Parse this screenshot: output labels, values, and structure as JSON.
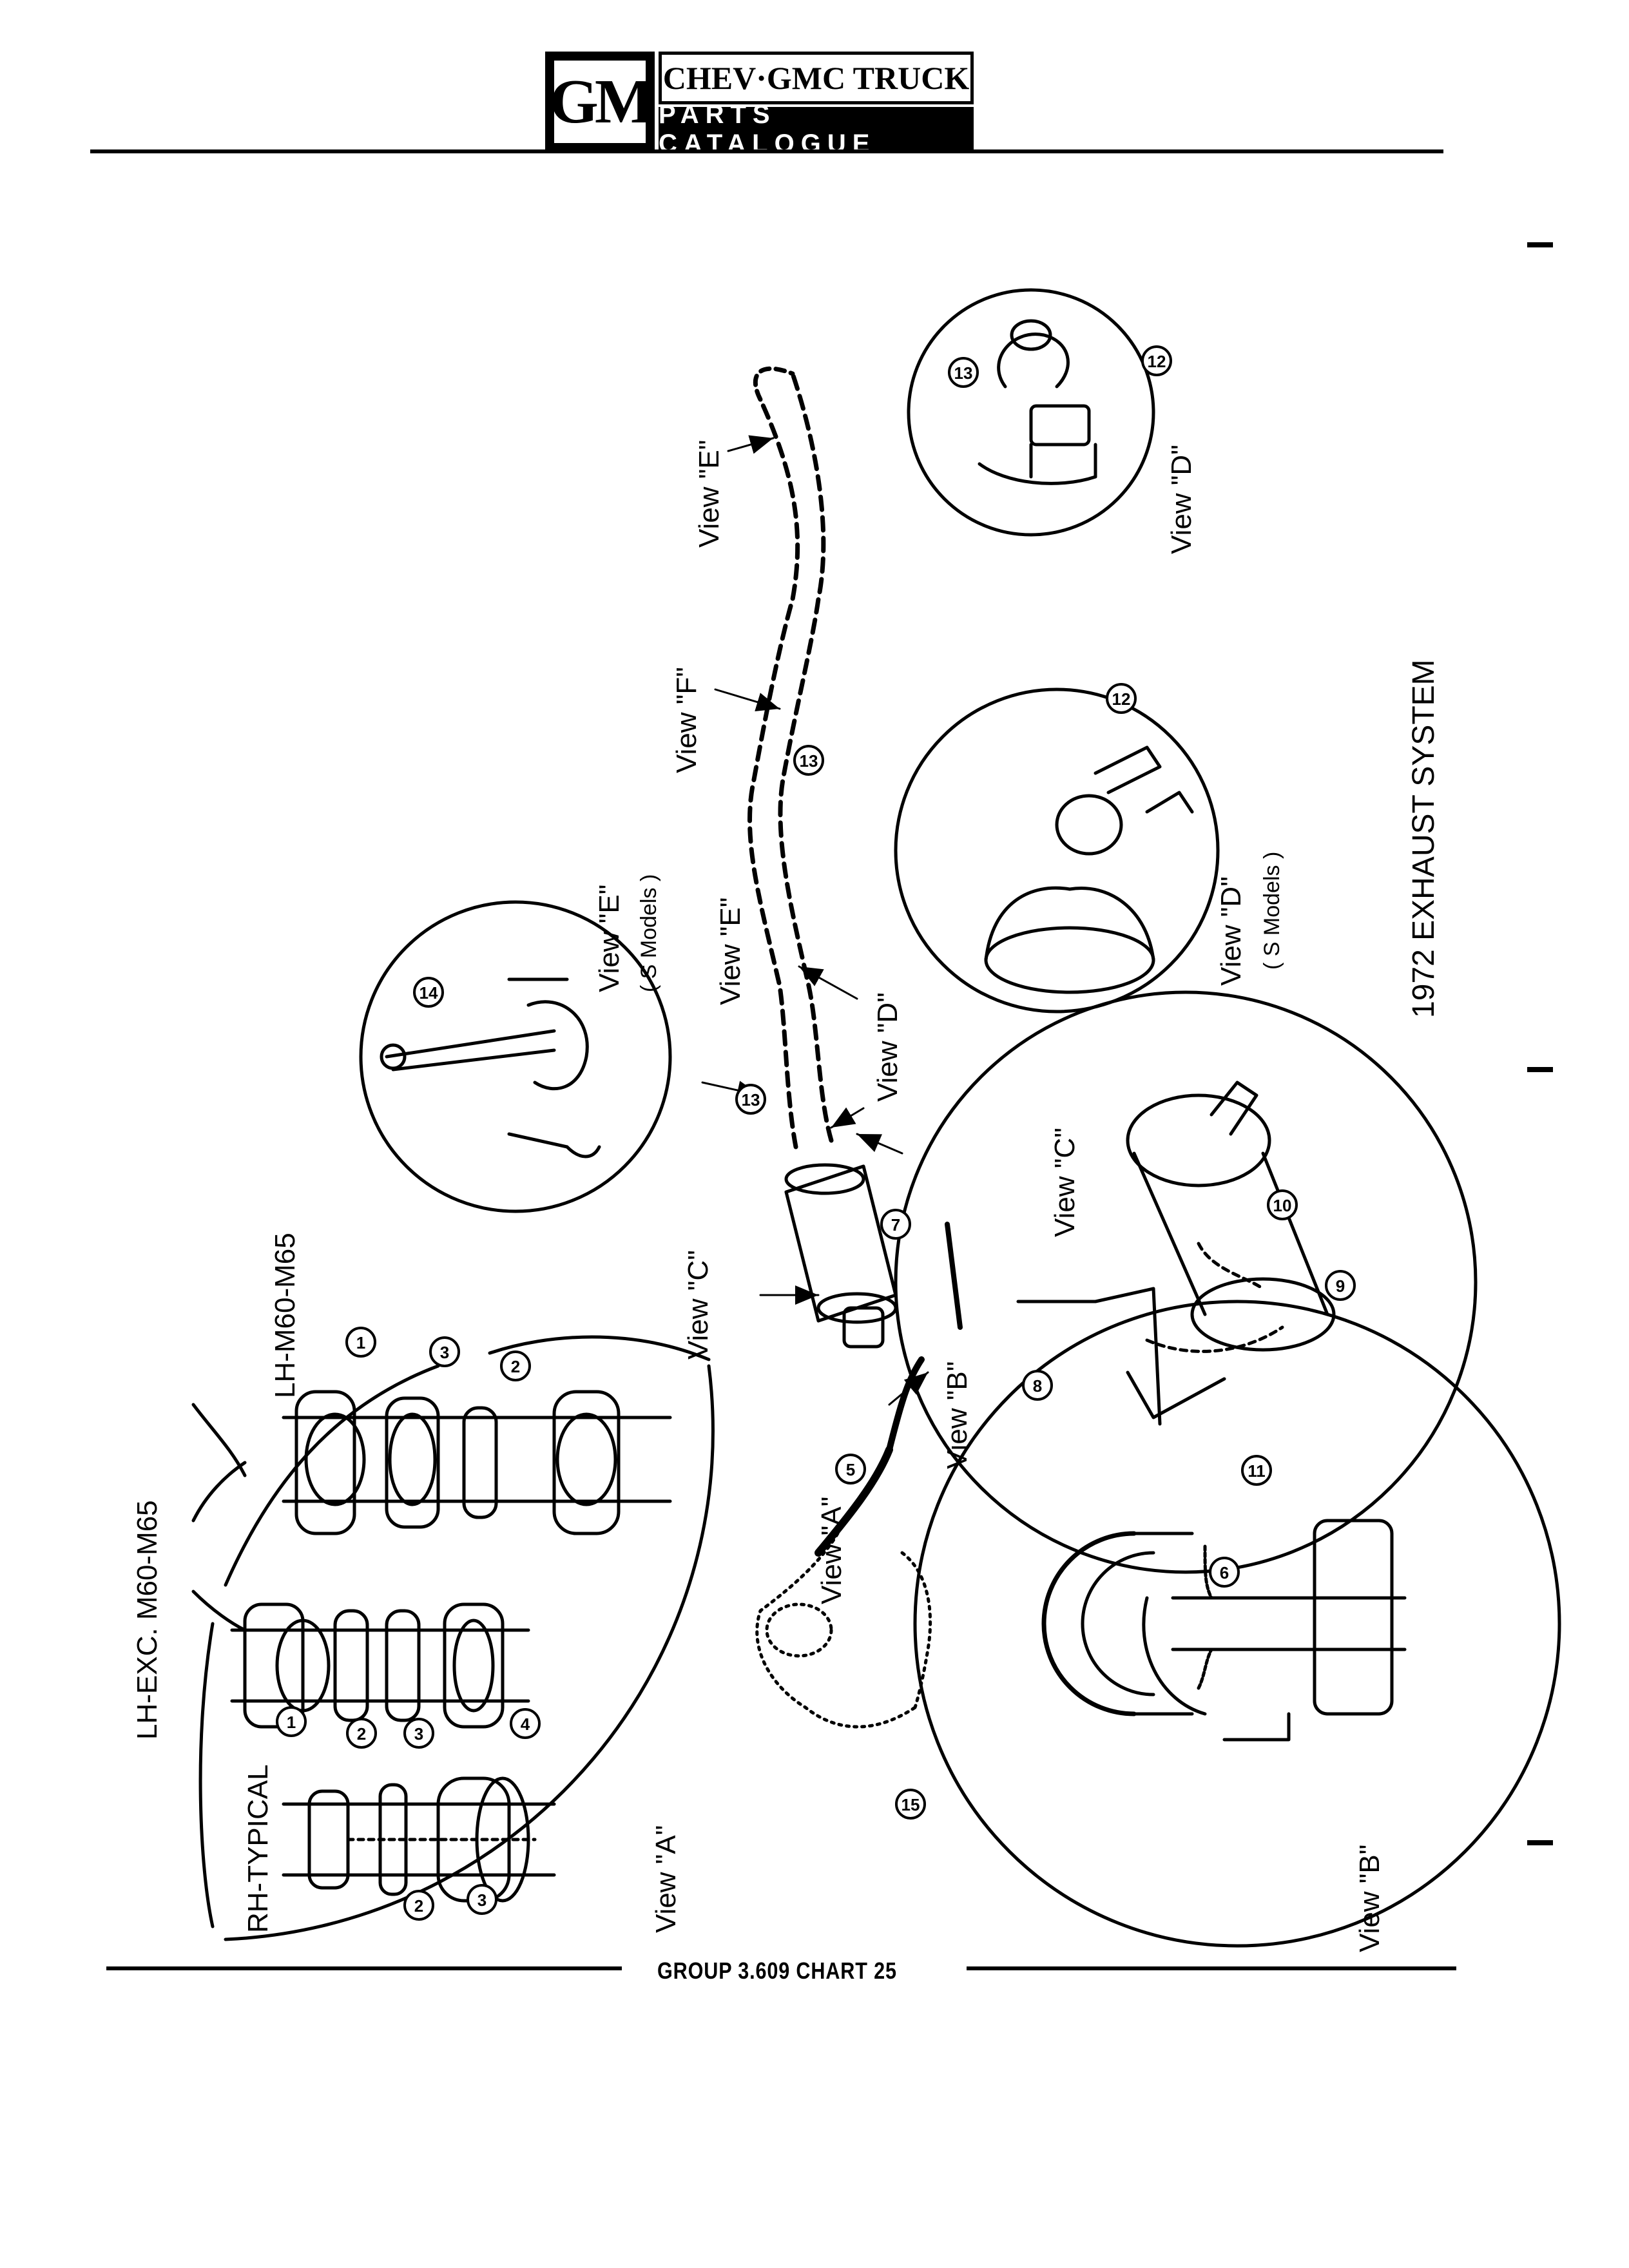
{
  "header": {
    "logo": "GM",
    "brand_line": "CHEV·GMC TRUCK",
    "catalogue_line": "PARTS CATALOGUE"
  },
  "title": "1972 EXHAUST SYSTEM",
  "footer": "GROUP 3.609 CHART 25",
  "views": {
    "a": "View \"A\"",
    "b": "View \"B\"",
    "c": "View \"C\"",
    "d": "View \"D\"",
    "e": "View \"E\"",
    "f": "View \"F\"",
    "s_models": "( S Models )"
  },
  "variants": {
    "rh_typical": "RH-TYPICAL",
    "lh_exc": "LH-EXC. M60-M65",
    "lh_m60": "LH-M60-M65"
  },
  "callouts": [
    "1",
    "2",
    "3",
    "4",
    "5",
    "6",
    "7",
    "8",
    "9",
    "10",
    "11",
    "12",
    "13",
    "14",
    "15"
  ]
}
